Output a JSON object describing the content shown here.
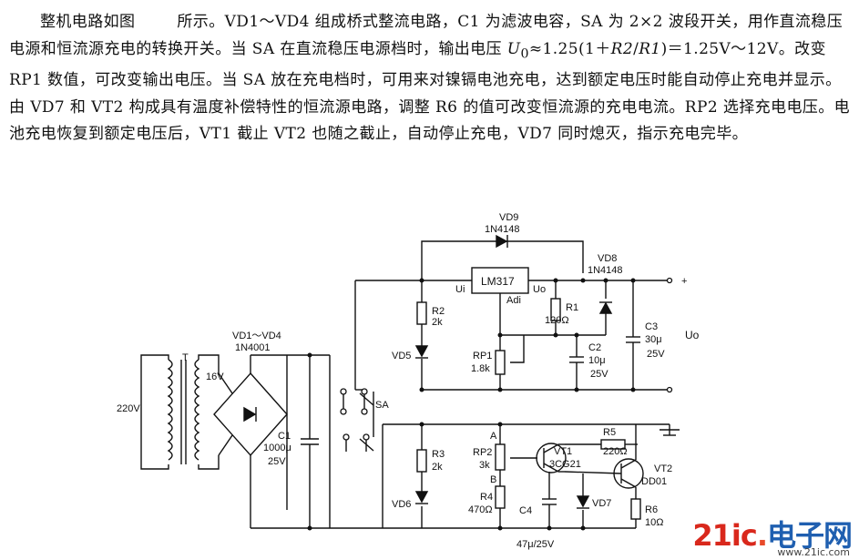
{
  "text": {
    "p1a": "整机电路如图",
    "p1b": "所示。VD1～VD4 组成桥式整流电路，C1 为滤波电容，SA 为 2×2 波段开关，用作直流稳压电源和恒流源充电的转换开关。当 SA 在直流稳压电源档时，输出电压 ",
    "u0": "U",
    "u0sub": "0",
    "p1c": "≈1.25(1＋",
    "r2": "R2",
    "slash": "/",
    "r1": "R1",
    "p1d": ")＝1.25V～12V。改变 RP1 数值，可改变输出电压。当 SA 放在充电档时，可用来对镍镉电池充电，达到额定电压时能自动停止充电并显示。由 VD7 和 VT2 构成具有温度补偿特性的恒流源电路，调整 R6 的值可改变恒流源的充电电流。RP2 选择充电电压。电池充电恢复到额定电压后，VT1 截止 VT2 也随之截止，自动停止充电，VD7 同时熄灭，指示充电完毕。"
  },
  "labels": {
    "vd9": "VD9",
    "vd9_type": "1N4148",
    "lm317": "LM317",
    "ui": "Ui",
    "uo_pin": "Uo",
    "adi": "Adi",
    "vd8": "VD8",
    "vd8_type": "1N4148",
    "plus": "+",
    "r2": "R2",
    "r2_val": "2k",
    "r1": "R1",
    "r1_val": "120Ω",
    "c3": "C3",
    "c3_val": "30μ",
    "c3_v": "25V",
    "uo": "Uo",
    "vd5": "VD5",
    "rp1": "RP1",
    "rp1_val": "1.8k",
    "c2": "C2",
    "c2_val": "10μ",
    "c2_v": "25V",
    "t": "T",
    "vd14": "VD1～VD4",
    "vd14_type": "1N4001",
    "v220": "220V",
    "v16": "16V",
    "c1": "C1",
    "c1_val": "1000μ",
    "c1_v": "25V",
    "sa": "SA",
    "r3": "R3",
    "r3_val": "2k",
    "a": "A",
    "rp2": "RP2",
    "rp2_val": "3k",
    "b": "B",
    "r5": "R5",
    "r5_val": "220Ω",
    "vt1": "VT1",
    "vt1_type": "3CG21",
    "vt2": "VT2",
    "vt2_type": "DD01",
    "r4": "R4",
    "r4_val": "470Ω",
    "vd6": "VD6",
    "c4": "C4",
    "vd7": "VD7",
    "r6": "R6",
    "r6_val": "10Ω",
    "c4_val": "47μ/25V"
  },
  "watermark": {
    "part1": "21ic",
    "part2": ".",
    "part3": "电子网",
    "domain": "www.21ic.com"
  }
}
